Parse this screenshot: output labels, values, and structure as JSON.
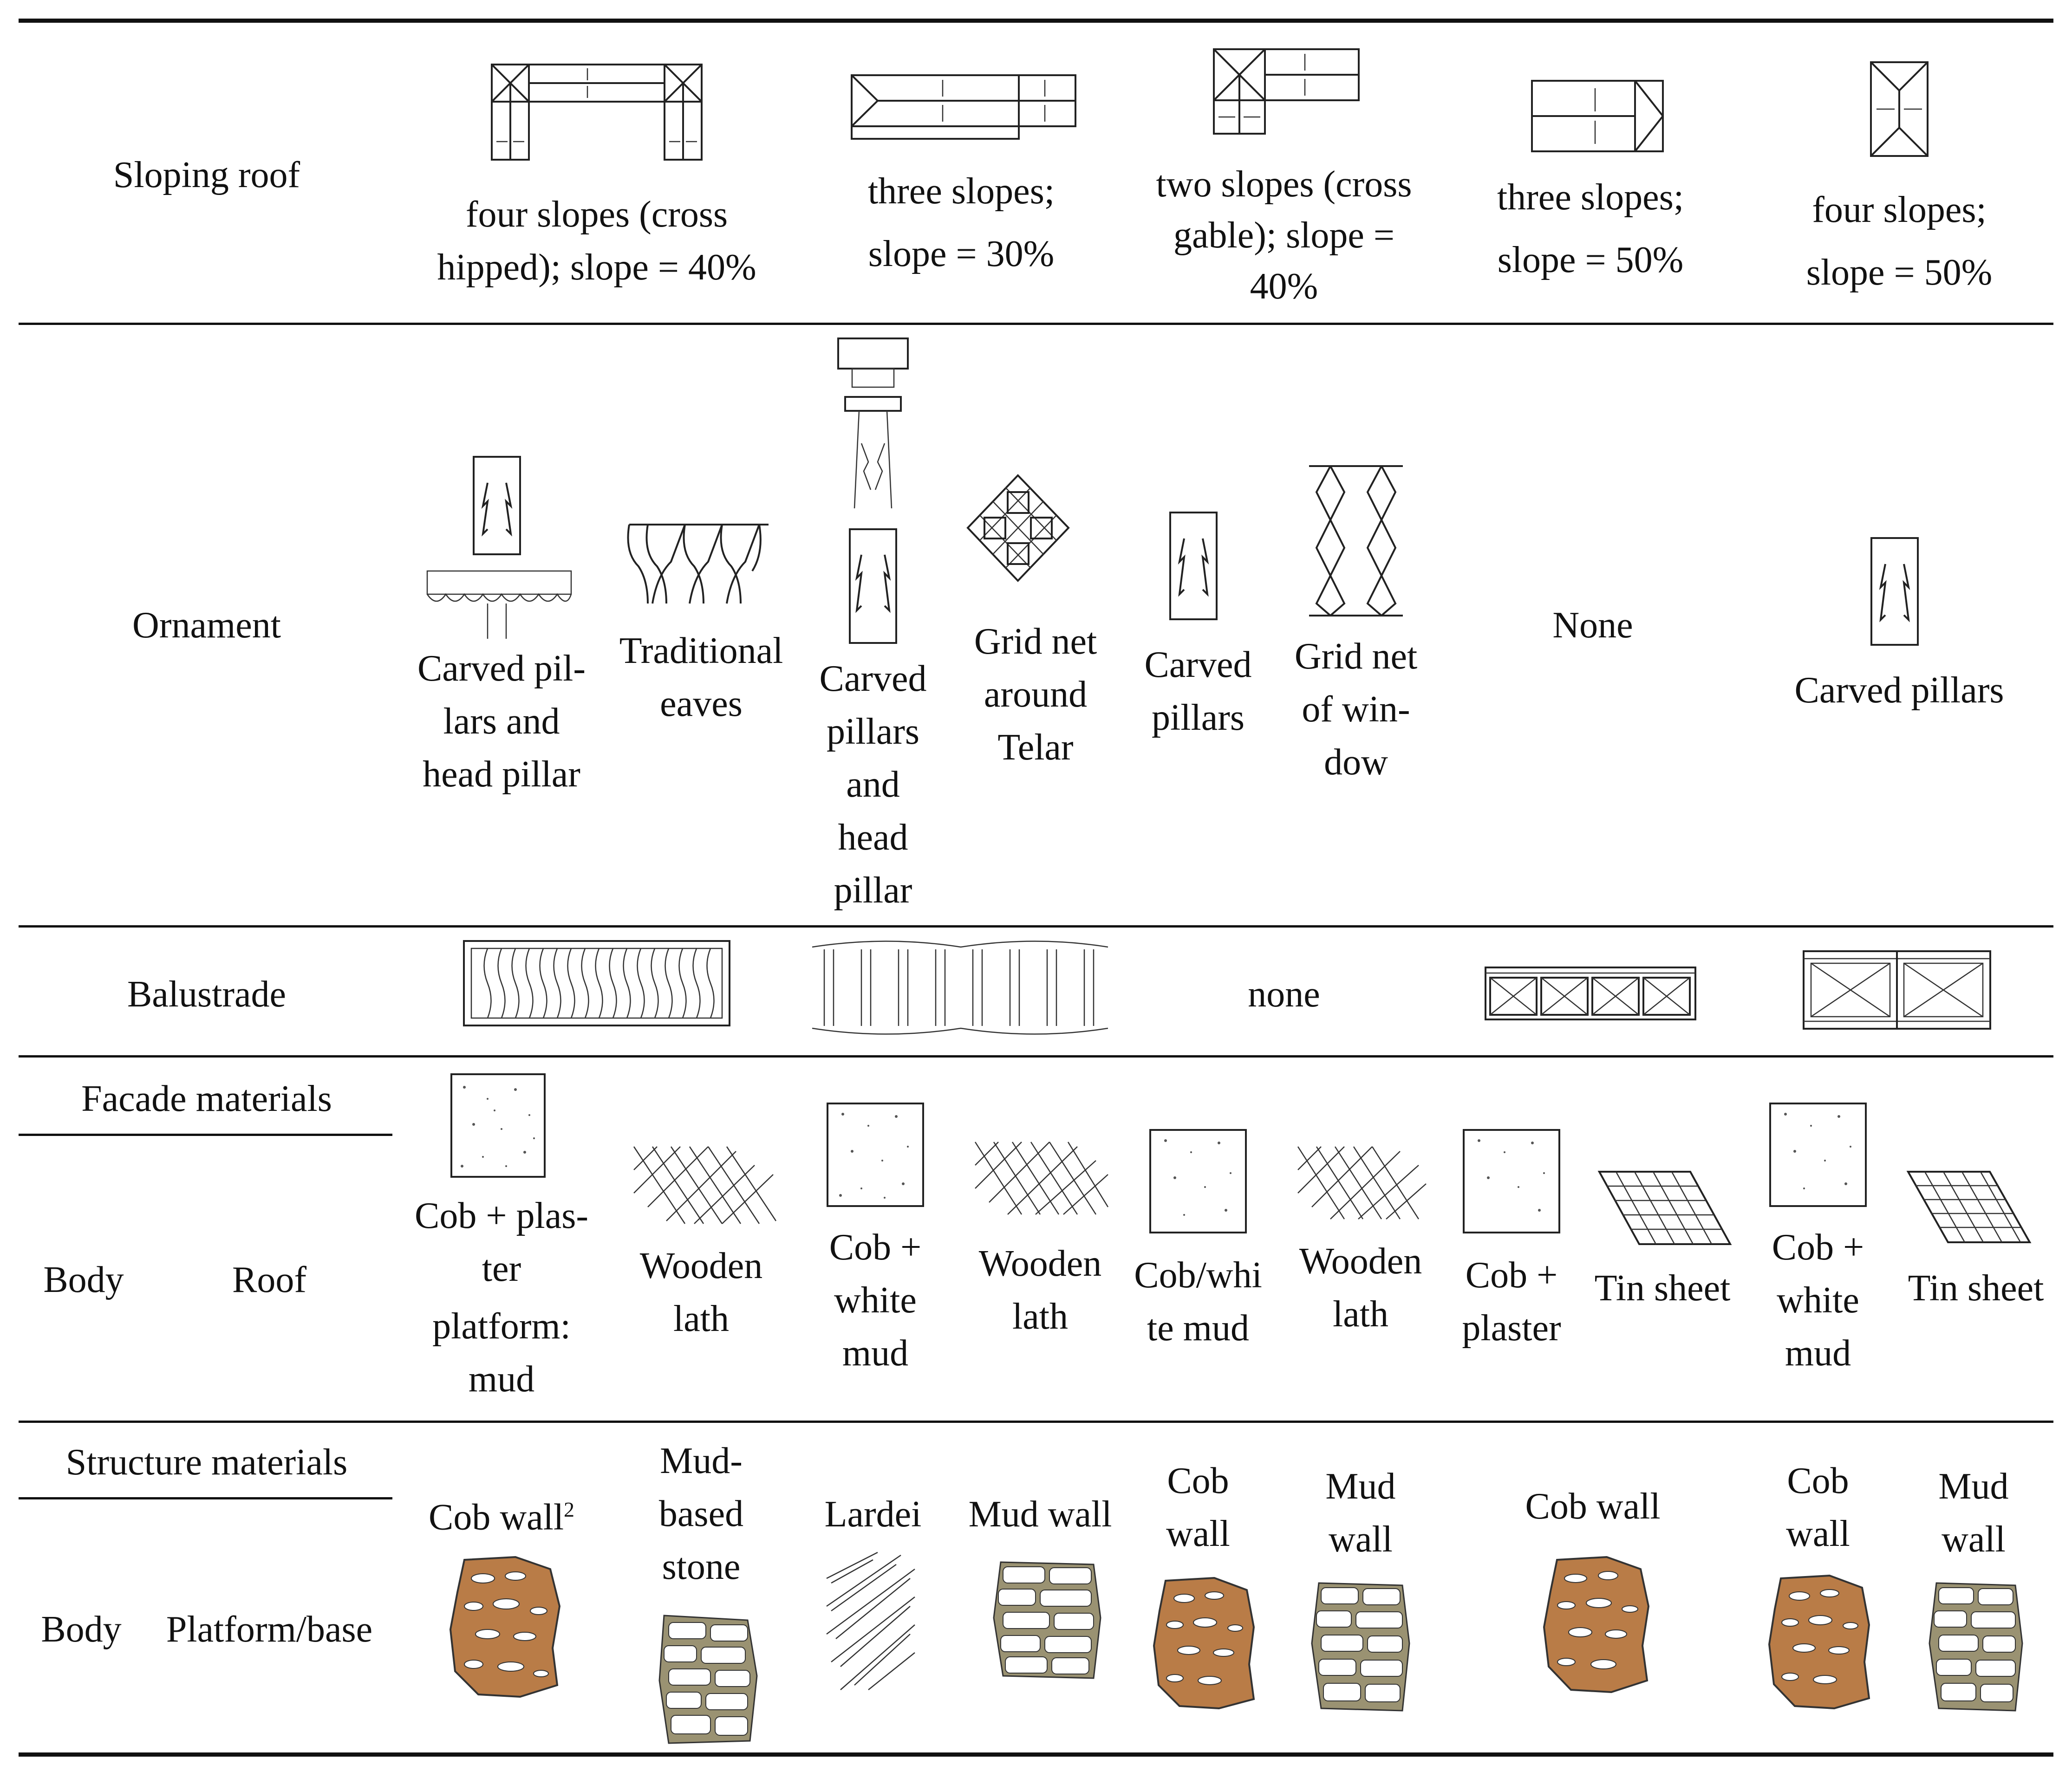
{
  "rows": {
    "sloping_roof": {
      "label": "Sloping roof",
      "cells": [
        [
          "four slopes (cross",
          "hipped); slope = 40%"
        ],
        [
          "three slopes;",
          "slope = 30%"
        ],
        [
          "two slopes (cross",
          "gable); slope =",
          "40%"
        ],
        [
          "three slopes;",
          "slope = 50%"
        ],
        [
          "four slopes;",
          "slope = 50%"
        ]
      ]
    },
    "ornament": {
      "label": "Ornament",
      "cells": [
        [
          "Carved pil-",
          "lars and",
          "head pillar"
        ],
        [
          "Traditional",
          "eaves"
        ],
        [
          "Carved",
          "pillars",
          "and",
          "head",
          "pillar"
        ],
        [
          "Grid net",
          "around",
          "Telar"
        ],
        [
          "Carved",
          "pillars"
        ],
        [
          "Grid net",
          "of win-",
          "dow"
        ],
        [
          "None"
        ],
        [
          "Carved pillars"
        ]
      ]
    },
    "balustrade": {
      "label": "Balustrade",
      "none_text": "none"
    },
    "facade": {
      "label": "Facade materials",
      "sub_body": "Body",
      "sub_roof": "Roof",
      "cells": [
        [
          "Cob + plas-",
          "ter",
          "platform:",
          "mud"
        ],
        [
          "Wooden",
          "lath"
        ],
        [
          "Cob +",
          "white",
          "mud"
        ],
        [
          "Wooden",
          "lath"
        ],
        [
          "Cob/whi",
          "te mud"
        ],
        [
          "Wooden",
          "lath"
        ],
        [
          "Cob +",
          "plaster"
        ],
        [
          "Tin sheet"
        ],
        [
          "Cob +",
          "white",
          "mud"
        ],
        [
          "Tin sheet"
        ]
      ]
    },
    "structure": {
      "label": "Structure materials",
      "sub_body": "Body",
      "sub_platform": "Platform/base",
      "cells": [
        [
          "Cob wall"
        ],
        [
          "Mud-",
          "based",
          "stone"
        ],
        [
          "Lardei"
        ],
        [
          "Mud wall"
        ],
        [
          "Cob",
          "wall"
        ],
        [
          "Mud",
          "wall"
        ],
        [
          "Cob wall"
        ],
        [
          "Cob",
          "wall"
        ],
        [
          "Mud",
          "wall"
        ]
      ],
      "footnote_mark": "2"
    }
  },
  "colors": {
    "cob": "#b97c47",
    "stone": "#9a9272",
    "rule": "#111111"
  }
}
